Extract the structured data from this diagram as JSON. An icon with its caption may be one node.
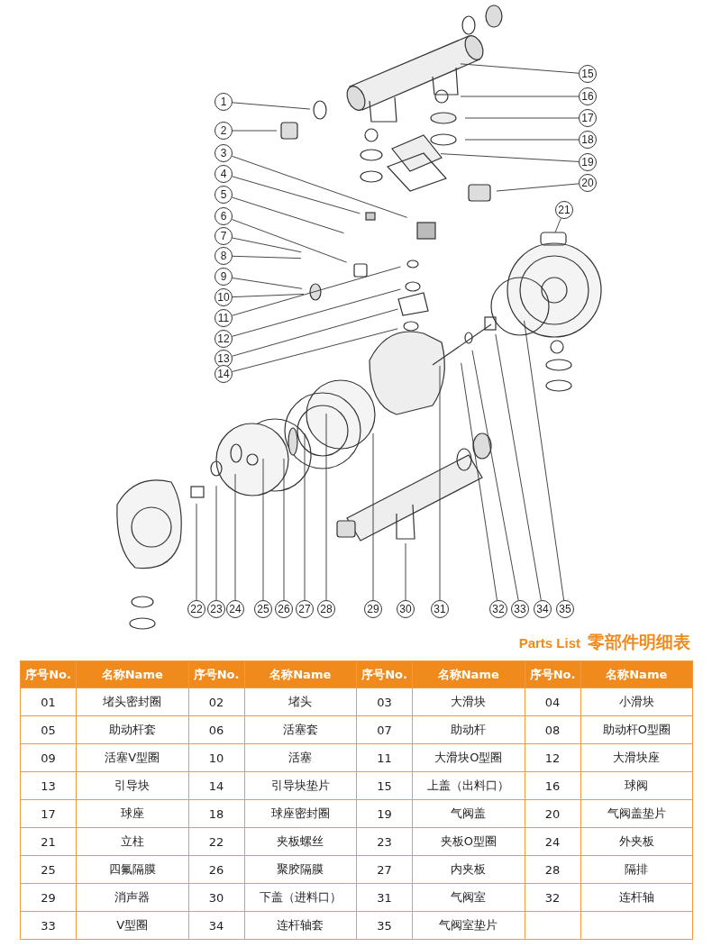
{
  "diagram": {
    "title": "零部件明细表",
    "nodes": [
      {
        "text": [
          "1"
        ]
      },
      {
        "text": [
          "2"
        ]
      },
      {
        "text": [
          "3"
        ]
      },
      {
        "text": [
          "4"
        ]
      },
      {
        "text": [
          "5"
        ]
      },
      {
        "text": [
          "6"
        ]
      },
      {
        "text": [
          "7"
        ]
      },
      {
        "text": [
          "8"
        ]
      },
      {
        "text": [
          "9"
        ]
      },
      {
        "text": [
          "10"
        ]
      },
      {
        "text": [
          "11"
        ]
      },
      {
        "text": [
          "12"
        ]
      },
      {
        "text": [
          "13"
        ]
      },
      {
        "text": [
          "14"
        ]
      },
      {
        "text": [
          "15"
        ]
      },
      {
        "text": [
          "16"
        ]
      },
      {
        "text": [
          "17"
        ]
      },
      {
        "text": [
          "18"
        ]
      },
      {
        "text": [
          "19"
        ]
      },
      {
        "text": [
          "20"
        ]
      },
      {
        "text": [
          "21"
        ]
      },
      {
        "text": [
          "22"
        ]
      },
      {
        "text": [
          "23"
        ]
      },
      {
        "text": [
          "24"
        ]
      },
      {
        "text": [
          "25"
        ]
      },
      {
        "text": [
          "26"
        ]
      },
      {
        "text": [
          "27"
        ]
      },
      {
        "text": [
          "28"
        ]
      },
      {
        "text": [
          "29"
        ]
      },
      {
        "text": [
          "30"
        ]
      },
      {
        "text": [
          "31"
        ]
      },
      {
        "text": [
          "32"
        ]
      },
      {
        "text": [
          "33"
        ]
      },
      {
        "text": [
          "34"
        ]
      },
      {
        "text": [
          "35"
        ]
      }
    ],
    "edges": [
      {
        "from": 0,
        "to": null,
        "arrow": "none"
      },
      {
        "from": 1,
        "to": null,
        "arrow": "none"
      },
      {
        "from": 2,
        "to": null,
        "arrow": "none"
      },
      {
        "from": 3,
        "to": null,
        "arrow": "none"
      },
      {
        "from": 4,
        "to": null,
        "arrow": "none"
      },
      {
        "from": 5,
        "to": null,
        "arrow": "none"
      },
      {
        "from": 6,
        "to": null,
        "arrow": "none"
      },
      {
        "from": 7,
        "to": null,
        "arrow": "none"
      },
      {
        "from": 8,
        "to": null,
        "arrow": "none"
      },
      {
        "from": 9,
        "to": null,
        "arrow": "none"
      },
      {
        "from": 10,
        "to": null,
        "arrow": "none"
      },
      {
        "from": 11,
        "to": null,
        "arrow": "none"
      },
      {
        "from": 12,
        "to": null,
        "arrow": "none"
      },
      {
        "from": 13,
        "to": null,
        "arrow": "none"
      },
      {
        "from": 14,
        "to": null,
        "arrow": "none"
      },
      {
        "from": 15,
        "to": null,
        "arrow": "none"
      },
      {
        "from": 16,
        "to": null,
        "arrow": "none"
      },
      {
        "from": 17,
        "to": null,
        "arrow": "none"
      },
      {
        "from": 18,
        "to": null,
        "arrow": "none"
      },
      {
        "from": 19,
        "to": null,
        "arrow": "none"
      },
      {
        "from": 20,
        "to": null,
        "arrow": "none"
      },
      {
        "from": 21,
        "to": null,
        "arrow": "none"
      },
      {
        "from": 22,
        "to": null,
        "arrow": "none"
      },
      {
        "from": 23,
        "to": null,
        "arrow": "none"
      },
      {
        "from": 24,
        "to": null,
        "arrow": "none"
      },
      {
        "from": 25,
        "to": null,
        "arrow": "none"
      },
      {
        "from": 26,
        "to": null,
        "arrow": "none"
      },
      {
        "from": 27,
        "to": null,
        "arrow": "none"
      },
      {
        "from": 28,
        "to": null,
        "arrow": "none"
      },
      {
        "from": 29,
        "to": null,
        "arrow": "none"
      },
      {
        "from": 30,
        "to": null,
        "arrow": "none"
      },
      {
        "from": 31,
        "to": null,
        "arrow": "none"
      },
      {
        "from": 32,
        "to": null,
        "arrow": "none"
      },
      {
        "from": 33,
        "to": null,
        "arrow": "none"
      },
      {
        "from": 34,
        "to": null,
        "arrow": "none"
      }
    ],
    "labels": [
      "Parts List",
      "序号No.",
      "名称Name",
      "序号No.",
      "名称Name",
      "序号No.",
      "名称Name",
      "序号No.",
      "名称Name",
      "01",
      "堵头密封圈",
      "02",
      "堵头",
      "03",
      "大滑块",
      "04",
      "小滑块",
      "05",
      "助动杆套",
      "06",
      "活塞套",
      "07",
      "助动杆",
      "08",
      "助动杆O型圈",
      "09",
      "活塞V型圈",
      "10",
      "活塞",
      "11",
      "大滑块O型圈",
      "12",
      "大滑块座",
      "13",
      "引导块",
      "14",
      "引导块垫片",
      "15",
      "上盖（出料口）",
      "16",
      "球阀",
      "17",
      "球座",
      "18",
      "球座密封圈",
      "19",
      "气阀盖",
      "20",
      "气阀盖垫片",
      "21",
      "立柱",
      "22",
      "夹板螺丝",
      "23",
      "夹板O型圈",
      "24",
      "外夹板",
      "25",
      "四氟隔膜",
      "26",
      "聚胶隔膜",
      "27",
      "内夹板",
      "28",
      "隔排",
      "29",
      "消声器",
      "30",
      "下盖（进料口）",
      "31",
      "气阀室",
      "32",
      "连杆轴",
      "33",
      "V型圈",
      "34",
      "连杆轴套",
      "35",
      "气阀室垫片"
    ]
  }
}
